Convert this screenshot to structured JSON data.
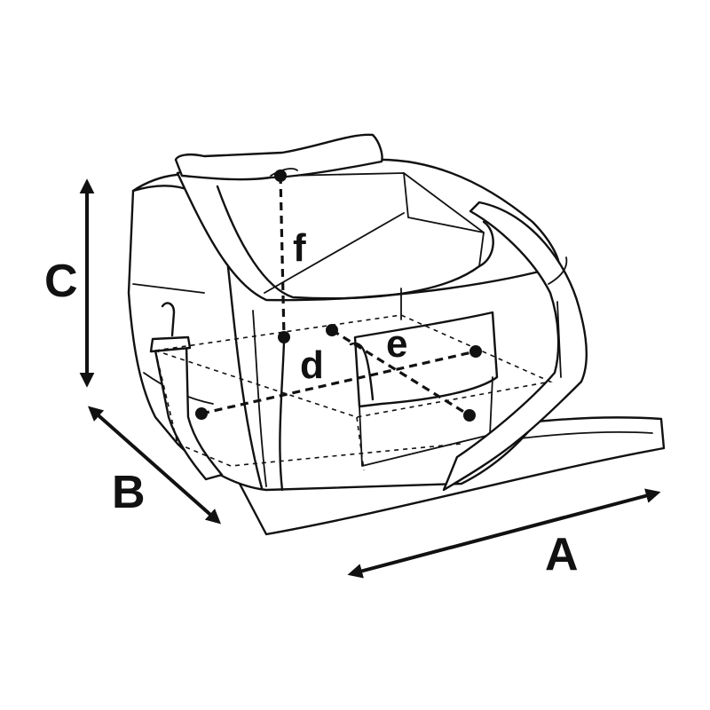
{
  "labels": {
    "A": "A",
    "B": "B",
    "C": "C",
    "d": "d",
    "e": "e",
    "f": "f"
  },
  "colors": {
    "line": "#111111",
    "background": "#ffffff"
  }
}
